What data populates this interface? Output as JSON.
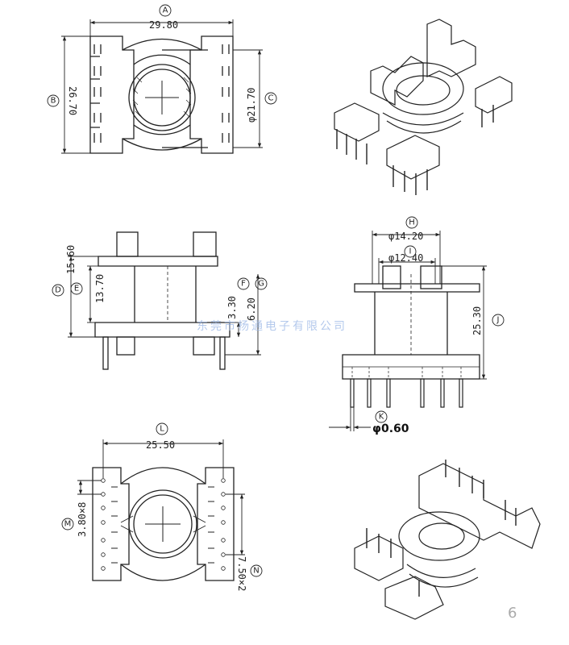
{
  "views": {
    "top": {
      "width_dim": "29.80",
      "width_tag": "A",
      "height_dim": "26.70",
      "height_tag": "B",
      "dia_dim": "φ21.70",
      "dia_tag": "C"
    },
    "front": {
      "dim_d": "15.60",
      "tag_d": "D",
      "dim_e": "13.70",
      "tag_e": "E",
      "dim_f": "3.30",
      "tag_f": "F",
      "dim_g": "6.20",
      "tag_g": "G"
    },
    "side": {
      "dia_h": "φ14.20",
      "tag_h": "H",
      "dia_i": "φ12.40",
      "tag_i": "I",
      "dim_j": "25.30",
      "tag_j": "J",
      "pin_dia": "φ0.60",
      "tag_k": "K"
    },
    "bottom": {
      "width_dim": "25.50",
      "tag_l": "L",
      "pitch_m": "3.80×8",
      "tag_m": "M",
      "pitch_n": "7.50×2",
      "tag_n": "N"
    }
  },
  "watermark": "东莞市杨通电子有限公司",
  "page_number": "6"
}
